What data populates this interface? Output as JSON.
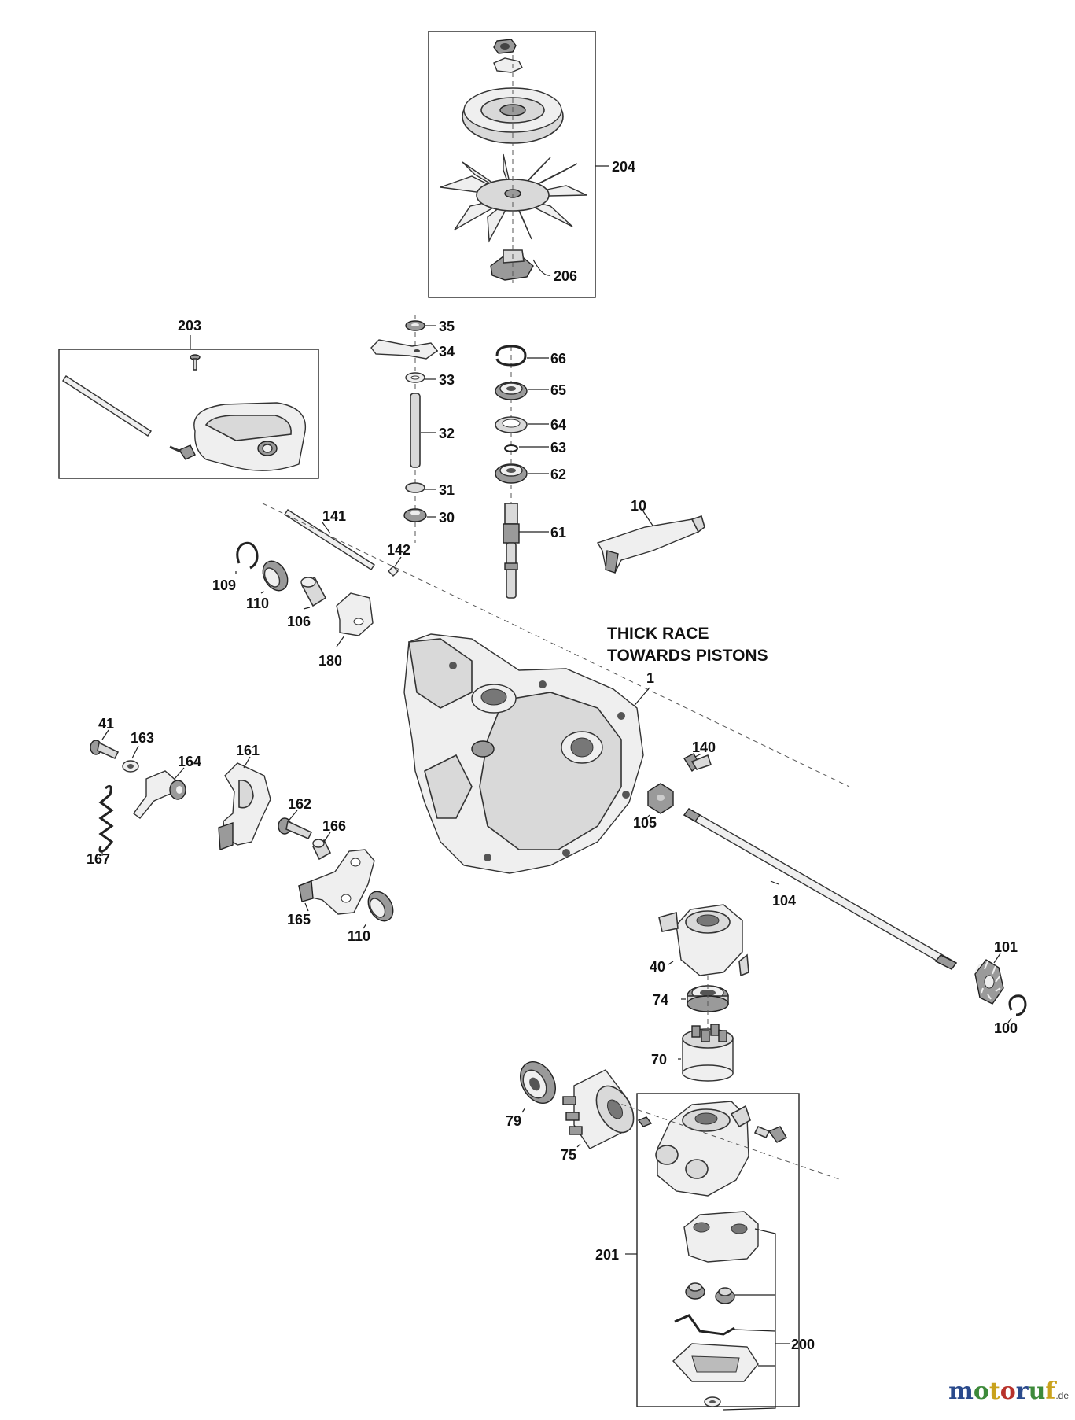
{
  "diagram": {
    "note": [
      "THICK RACE",
      "TOWARDS PISTONS"
    ],
    "labels": {
      "p204": "204",
      "p206": "206",
      "p203": "203",
      "p35": "35",
      "p34": "34",
      "p33": "33",
      "p32": "32",
      "p31": "31",
      "p30": "30",
      "p66": "66",
      "p65": "65",
      "p64": "64",
      "p63": "63",
      "p62": "62",
      "p61": "61",
      "p10": "10",
      "p141": "141",
      "p142": "142",
      "p109": "109",
      "p110a": "110",
      "p106": "106",
      "p180": "180",
      "p1": "1",
      "p41": "41",
      "p163": "163",
      "p164": "164",
      "p161": "161",
      "p167": "167",
      "p162": "162",
      "p166": "166",
      "p165": "165",
      "p110b": "110",
      "p140": "140",
      "p105": "105",
      "p104": "104",
      "p40": "40",
      "p101": "101",
      "p74": "74",
      "p100": "100",
      "p70": "70",
      "p79": "79",
      "p75": "75",
      "p201": "201",
      "p200": "200"
    }
  },
  "watermark": {
    "letters": [
      {
        "ch": "m",
        "color": "#2a4a8c"
      },
      {
        "ch": "o",
        "color": "#3d8a3a"
      },
      {
        "ch": "t",
        "color": "#c9a21c"
      },
      {
        "ch": "o",
        "color": "#b8322b"
      },
      {
        "ch": "r",
        "color": "#2a4a8c"
      },
      {
        "ch": "u",
        "color": "#3d8a3a"
      },
      {
        "ch": "f",
        "color": "#c9a21c"
      }
    ],
    "tld": ".de"
  }
}
